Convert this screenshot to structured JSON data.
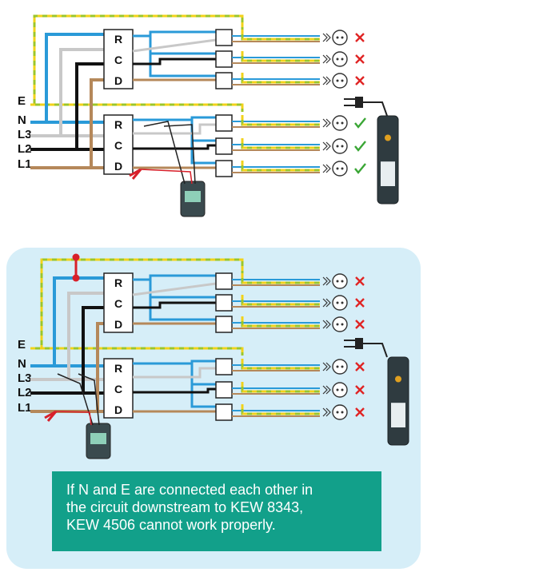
{
  "top_diagram": {
    "labels": [
      "E",
      "N",
      "L3",
      "L2",
      "L1"
    ],
    "rcd_letters": [
      "R",
      "C",
      "D"
    ],
    "status_marks": [
      "✕",
      "✕",
      "✕",
      "✓",
      "✓",
      "✓"
    ]
  },
  "bottom_diagram": {
    "labels": [
      "E",
      "N",
      "L3",
      "L2",
      "L1"
    ],
    "rcd_letters": [
      "R",
      "C",
      "D"
    ],
    "status_marks": [
      "✕",
      "✕",
      "✕",
      "✕",
      "✕",
      "✕"
    ]
  },
  "note": {
    "lines": [
      "If N and E are connected each other in",
      "the circuit downstream to KEW 8343,",
      "KEW 4506 cannot work properly."
    ],
    "background": "#12a08a"
  },
  "colors": {
    "blue": "#2a9ad8",
    "grey": "#c8c8c8",
    "black": "#111111",
    "brown": "#b5885a",
    "earth_green": "#9cc62a",
    "earth_yellow": "#f2d21a",
    "cross": "#e02424",
    "check": "#3aa635",
    "panel": "#d6eef8",
    "link_red": "#d8202a"
  }
}
